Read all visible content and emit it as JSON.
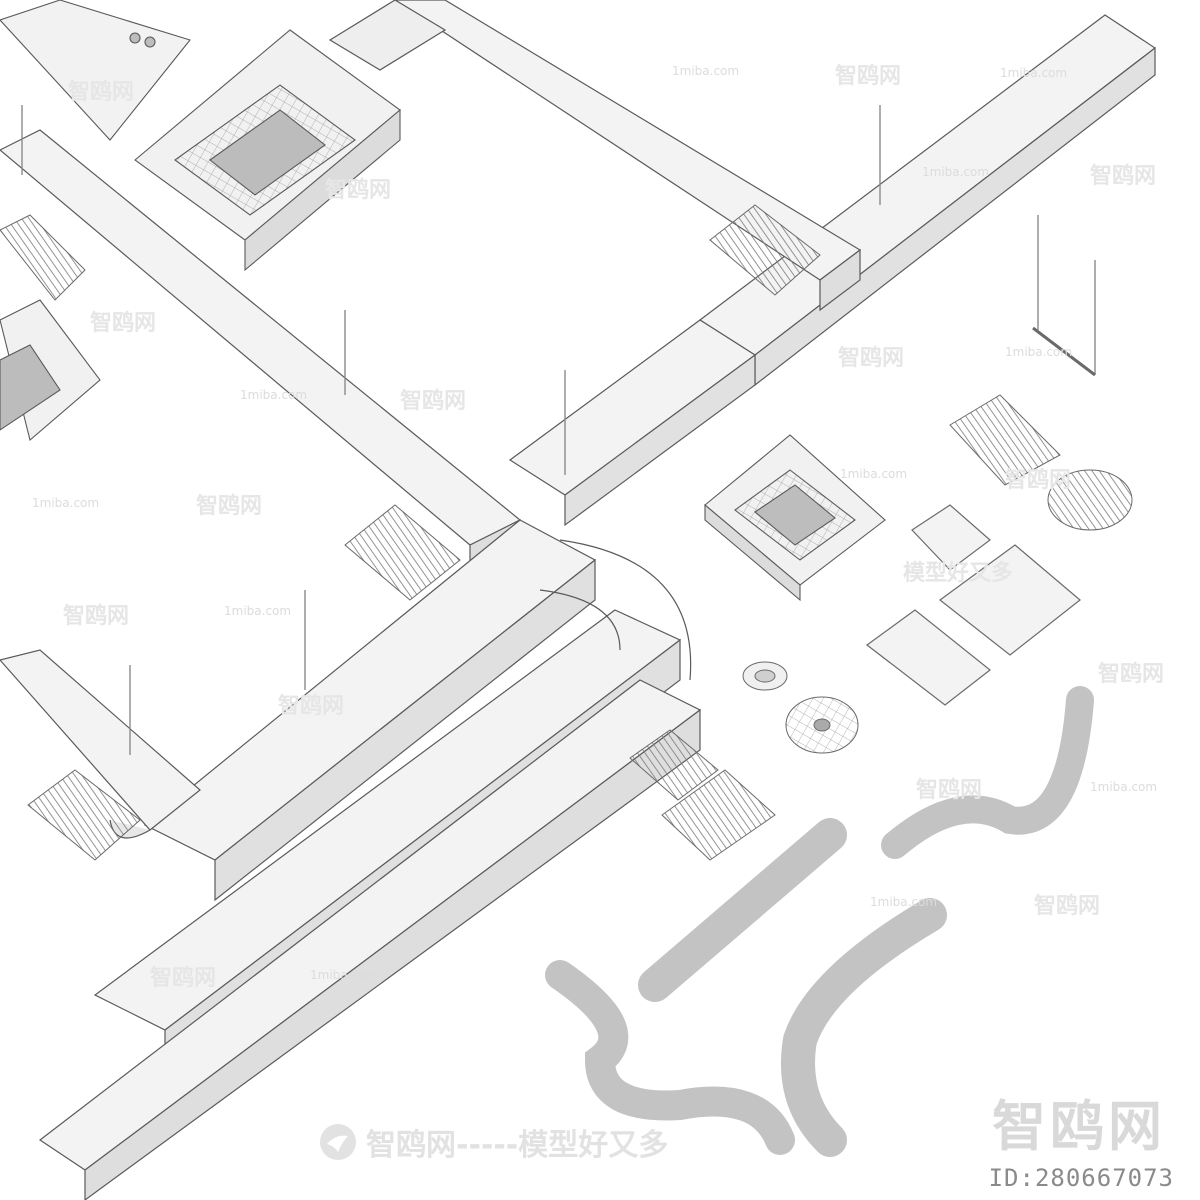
{
  "watermark": {
    "site": "1miba.com",
    "brand": "智鸥网",
    "slogan": "智鸥网-----模型好又多",
    "mid_slogan": "模型好又多",
    "big_brand": "智鸥网"
  },
  "id_label": "ID:280667073",
  "colors": {
    "duct_face": "#f2f2f2",
    "duct_side": "#e2e2e2",
    "edge": "#5a5a5a",
    "grille": "#9a9a9a"
  },
  "icons": {
    "brand_logo": "bird-logo-icon"
  }
}
